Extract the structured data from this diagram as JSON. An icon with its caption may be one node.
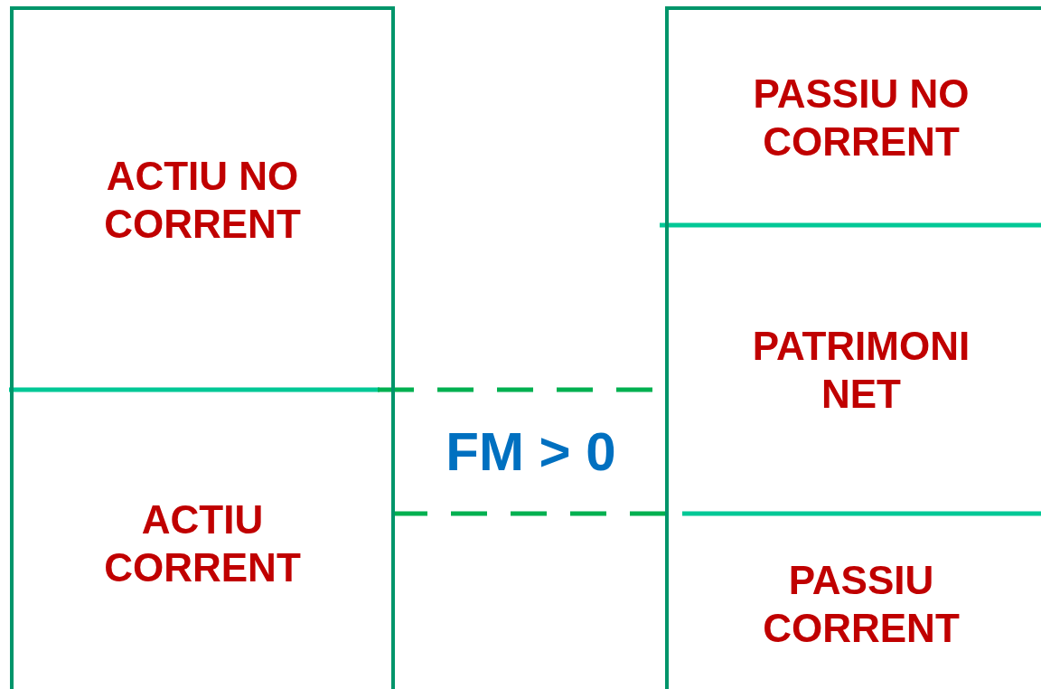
{
  "diagram": {
    "nodes": [
      {
        "text": [
          "ACTIU NO CORRENT"
        ]
      },
      {
        "text": [
          "ACTIU CORRENT"
        ]
      },
      {
        "text": [
          "PASSIU NO CORRENT"
        ]
      },
      {
        "text": [
          "PATRIMONI NET"
        ]
      },
      {
        "text": [
          "PASSIU CORRENT"
        ]
      }
    ],
    "labels": [
      "FM > 0"
    ]
  }
}
